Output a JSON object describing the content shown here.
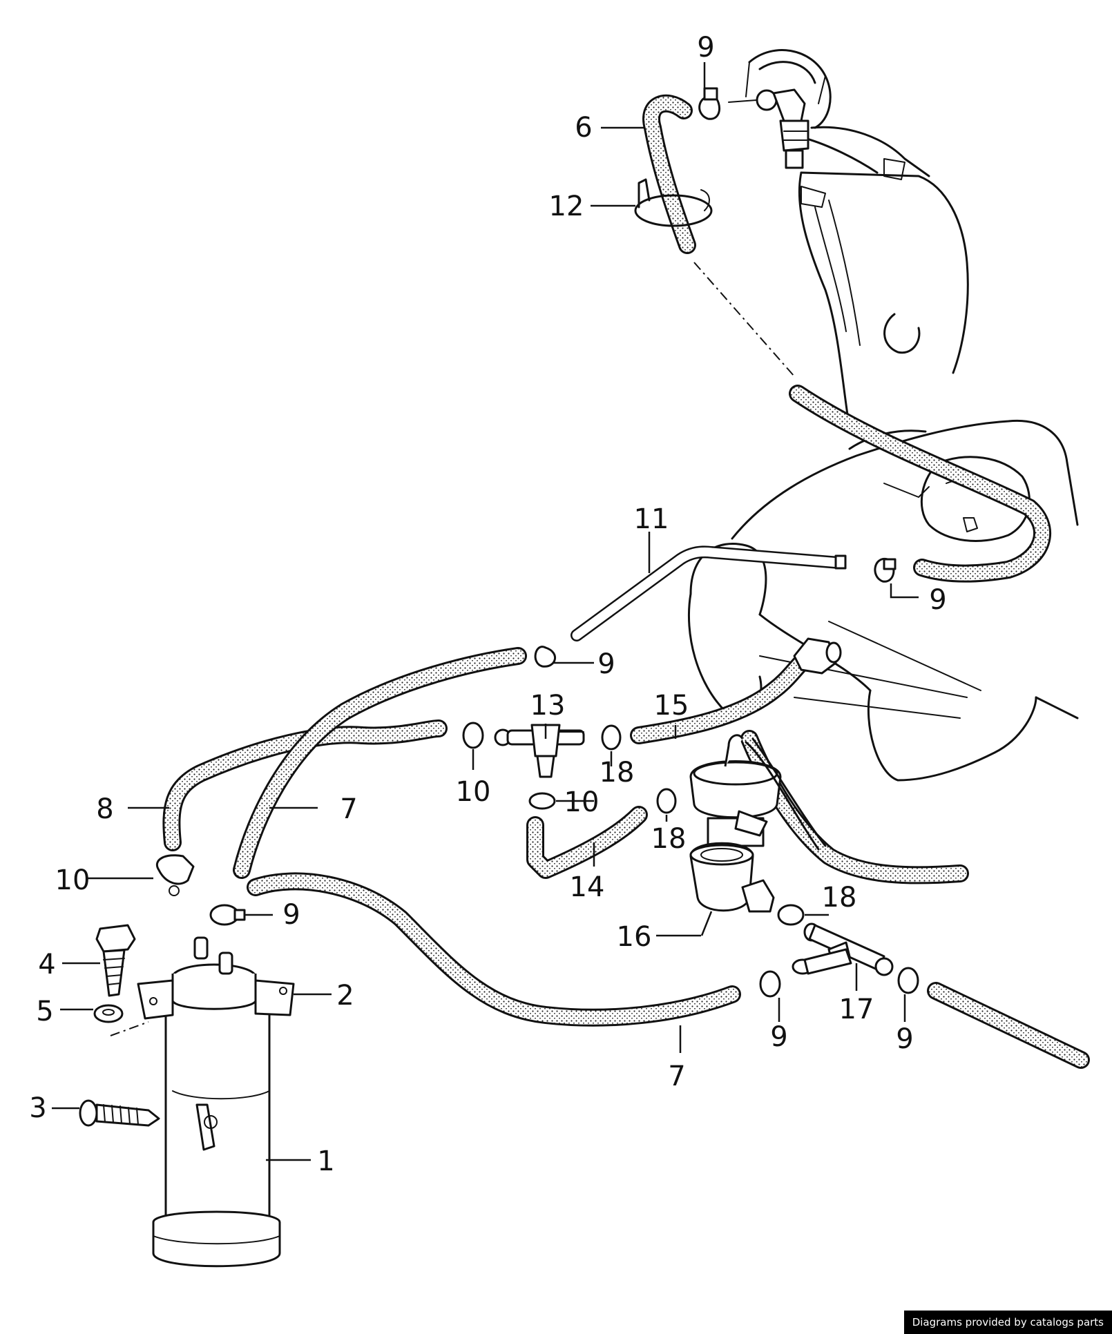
{
  "callouts": {
    "c1": "1",
    "c2": "2",
    "c3": "3",
    "c4": "4",
    "c5": "5",
    "c6": "6",
    "c7a": "7",
    "c7b": "7",
    "c8": "8",
    "c9a": "9",
    "c9b": "9",
    "c9c": "9",
    "c9d": "9",
    "c9e": "9",
    "c9f": "9",
    "c10a": "10",
    "c10b": "10",
    "c10c": "10",
    "c11": "11",
    "c12": "12",
    "c13": "13",
    "c14": "14",
    "c15": "15",
    "c16": "16",
    "c17": "17",
    "c18a": "18",
    "c18b": "18",
    "c18c": "18"
  },
  "credit": "Diagrams provided by catalogs parts"
}
